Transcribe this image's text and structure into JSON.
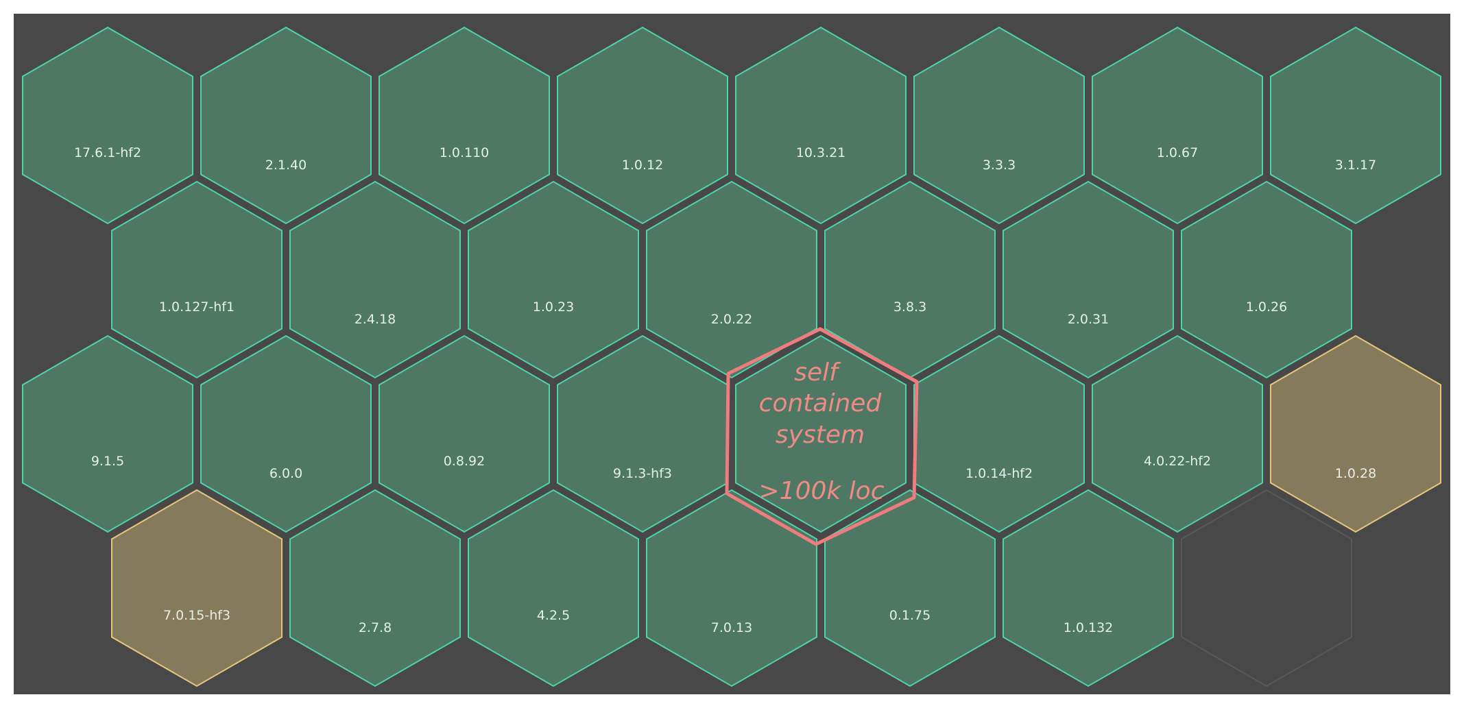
{
  "colors": {
    "background": "#484848",
    "stable_fill": "#4e7864",
    "stable_stroke": "#4fd3a9",
    "warning_fill": "#857a5b",
    "warning_stroke": "#e8c77d",
    "empty_stroke": "#585858",
    "annotation": "#f07d7d"
  },
  "hex_grid": {
    "rows": [
      {
        "offset": false,
        "cells": [
          {
            "label": "17.6.1-hf2",
            "status": "stable"
          },
          {
            "label": "2.1.40",
            "status": "stable"
          },
          {
            "label": "1.0.110",
            "status": "stable"
          },
          {
            "label": "1.0.12",
            "status": "stable"
          },
          {
            "label": "10.3.21",
            "status": "stable"
          },
          {
            "label": "3.3.3",
            "status": "stable"
          },
          {
            "label": "1.0.67",
            "status": "stable"
          },
          {
            "label": "3.1.17",
            "status": "stable"
          }
        ]
      },
      {
        "offset": true,
        "cells": [
          {
            "label": "1.0.127-hf1",
            "status": "stable"
          },
          {
            "label": "2.4.18",
            "status": "stable"
          },
          {
            "label": "1.0.23",
            "status": "stable"
          },
          {
            "label": "2.0.22",
            "status": "stable"
          },
          {
            "label": "3.8.3",
            "status": "stable"
          },
          {
            "label": "2.0.31",
            "status": "stable"
          },
          {
            "label": "1.0.26",
            "status": "stable"
          }
        ]
      },
      {
        "offset": false,
        "cells": [
          {
            "label": "9.1.5",
            "status": "stable"
          },
          {
            "label": "6.0.0",
            "status": "stable"
          },
          {
            "label": "0.8.92",
            "status": "stable"
          },
          {
            "label": "9.1.3-hf3",
            "status": "stable"
          },
          {
            "label": "",
            "status": "stable"
          },
          {
            "label": "1.0.14-hf2",
            "status": "stable"
          },
          {
            "label": "4.0.22-hf2",
            "status": "stable"
          },
          {
            "label": "1.0.28",
            "status": "warning"
          }
        ]
      },
      {
        "offset": true,
        "cells": [
          {
            "label": "7.0.15-hf3",
            "status": "warning"
          },
          {
            "label": "2.7.8",
            "status": "stable"
          },
          {
            "label": "4.2.5",
            "status": "stable"
          },
          {
            "label": "7.0.13",
            "status": "stable"
          },
          {
            "label": "0.1.75",
            "status": "stable"
          },
          {
            "label": "1.0.132",
            "status": "stable"
          },
          {
            "label": "",
            "status": "empty"
          }
        ]
      }
    ]
  },
  "annotation": {
    "lines": [
      "self",
      "contained",
      "system",
      "",
      ">100k loc"
    ]
  }
}
